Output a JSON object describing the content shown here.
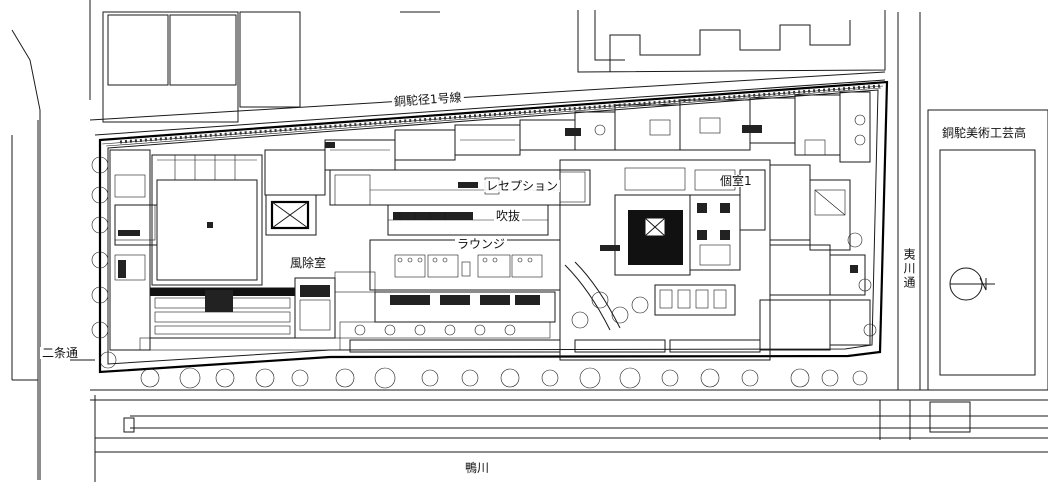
{
  "labels": {
    "street_north": "銅駝径1号線",
    "school": "銅駝美術工芸高",
    "street_east": "夷川通",
    "street_west": "二条通",
    "river": "鴨川",
    "atrium": "吹抜",
    "lounge": "ラウンジ",
    "windbreak": "風除室",
    "reception": "レセプション",
    "private_room": "個室1"
  }
}
